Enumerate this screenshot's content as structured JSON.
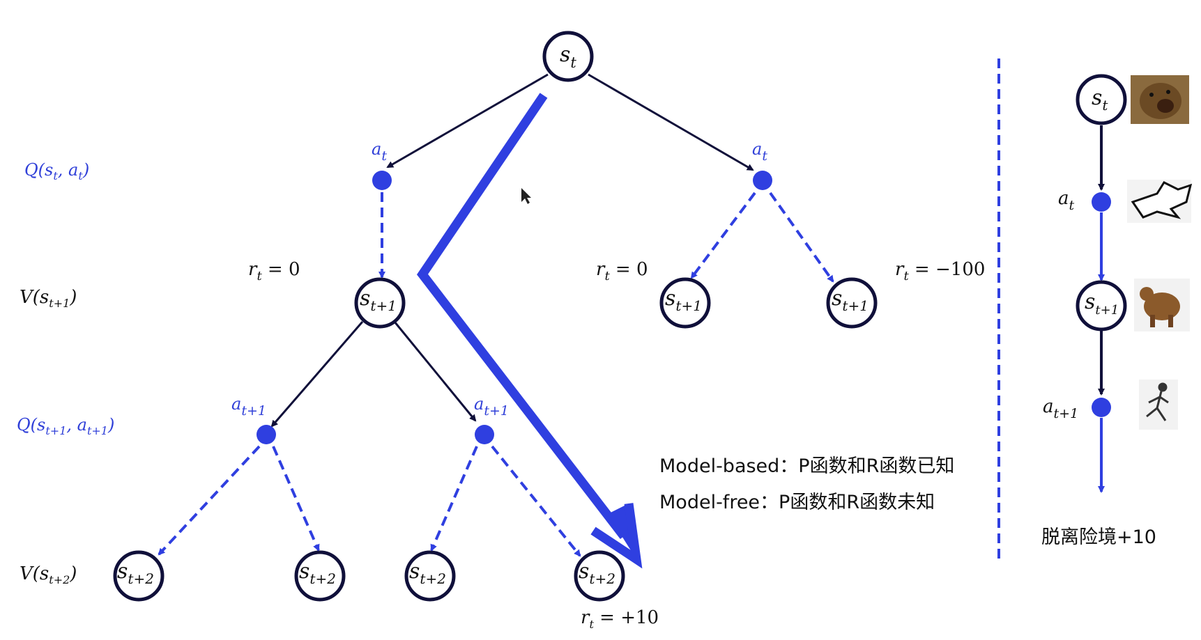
{
  "tree": {
    "root": {
      "name": "s",
      "sub": "t"
    },
    "actions_level1": [
      {
        "name": "a",
        "sub": "t"
      },
      {
        "name": "a",
        "sub": "t"
      }
    ],
    "states_level1": [
      {
        "name": "s",
        "sub": "t+1"
      },
      {
        "name": "s",
        "sub": "t+1"
      },
      {
        "name": "s",
        "sub": "t+1"
      }
    ],
    "actions_level2": [
      {
        "name": "a",
        "sub": "t+1"
      },
      {
        "name": "a",
        "sub": "t+1"
      }
    ],
    "states_level2": [
      {
        "name": "s",
        "sub": "t+2"
      },
      {
        "name": "s",
        "sub": "t+2"
      },
      {
        "name": "s",
        "sub": "t+2"
      },
      {
        "name": "s",
        "sub": "t+2"
      }
    ],
    "rewards": [
      {
        "prefix": "r",
        "sub": "t",
        "value": " = 0"
      },
      {
        "prefix": "r",
        "sub": "t",
        "value": " = 0"
      },
      {
        "prefix": "r",
        "sub": "t",
        "value": " = −100"
      },
      {
        "prefix": "r",
        "sub": "t",
        "value": " = +10"
      }
    ]
  },
  "row_labels": [
    {
      "text": "Q(s",
      "sub1": "t",
      "mid": ", a",
      "sub2": "t",
      "end": ")"
    },
    {
      "text": "V(s",
      "sub1": "t+1",
      "end": ")"
    },
    {
      "text": "Q(s",
      "sub1": "t+1",
      "mid": ", a",
      "sub2": "t+1",
      "end": ")"
    },
    {
      "text": "V(s",
      "sub1": "t+2",
      "end": ")"
    }
  ],
  "notes": {
    "model_based": "Model-based：P函数和R函数已知",
    "model_free": "Model-free：P函数和R函数未知"
  },
  "side_chain": {
    "state": {
      "name": "s",
      "sub": "t"
    },
    "action": {
      "name": "a",
      "sub": "t"
    },
    "next_state": {
      "name": "s",
      "sub": "t+1"
    },
    "next_action": {
      "name": "a",
      "sub": "t+1"
    },
    "caption": "脱离险境+10"
  },
  "colors": {
    "blue": "#2f3fe0",
    "dark": "#10103a"
  }
}
